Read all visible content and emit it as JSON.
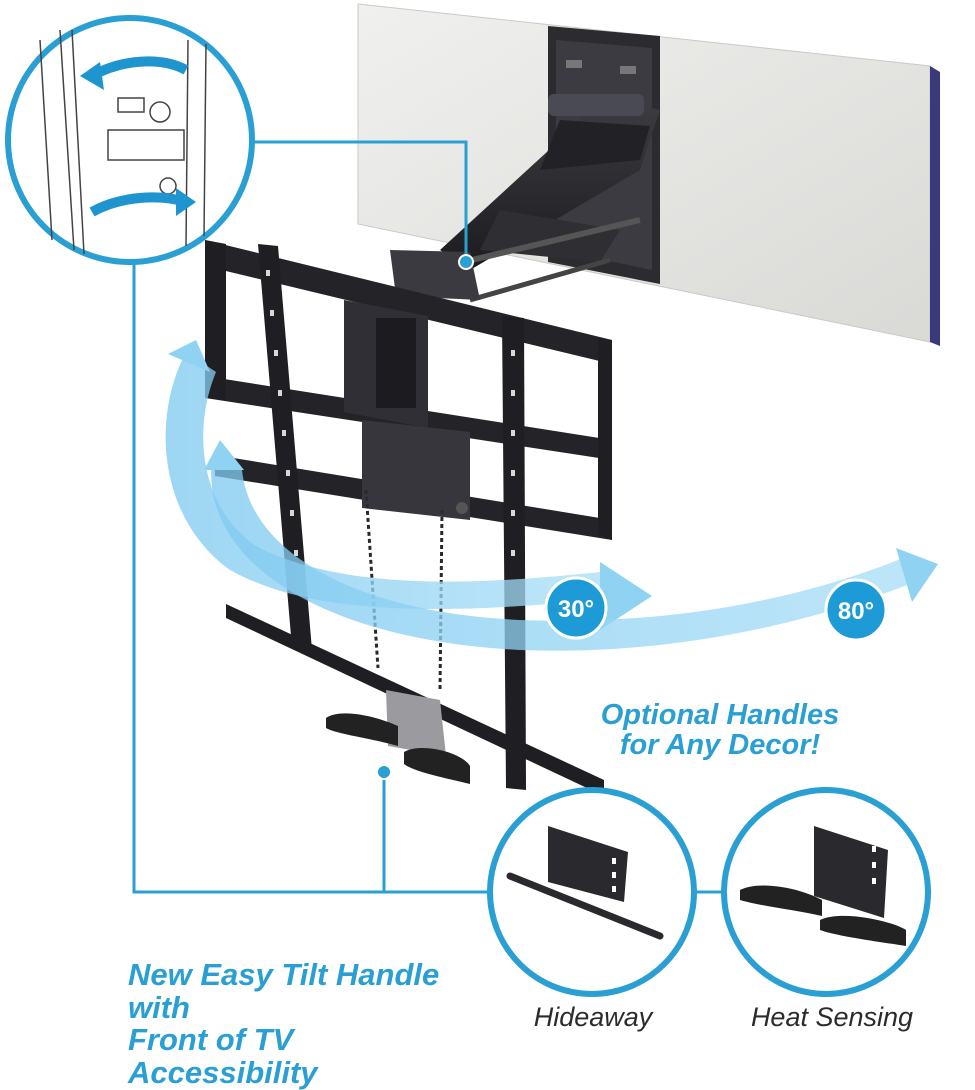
{
  "captions": {
    "optional_handles_line1": "Optional Handles",
    "optional_handles_line2": "for Any Decor!",
    "tilt_handle_line1": "New Easy Tilt Handle with",
    "tilt_handle_line2": "Front of TV Accessibility"
  },
  "handles": [
    {
      "label": "Hideaway"
    },
    {
      "label": "Heat Sensing"
    }
  ],
  "tilt_badges": [
    {
      "text": "30°"
    },
    {
      "text": "80°"
    }
  ],
  "colors": {
    "accent": "#2a9fd3",
    "arc": "#8fd2f2",
    "badge": "#1e9bd7",
    "metal": "#2a2a2e",
    "wall": "#e6e6e3"
  },
  "icons": [
    "curved-arrow-icon",
    "curved-arrow-icon"
  ]
}
